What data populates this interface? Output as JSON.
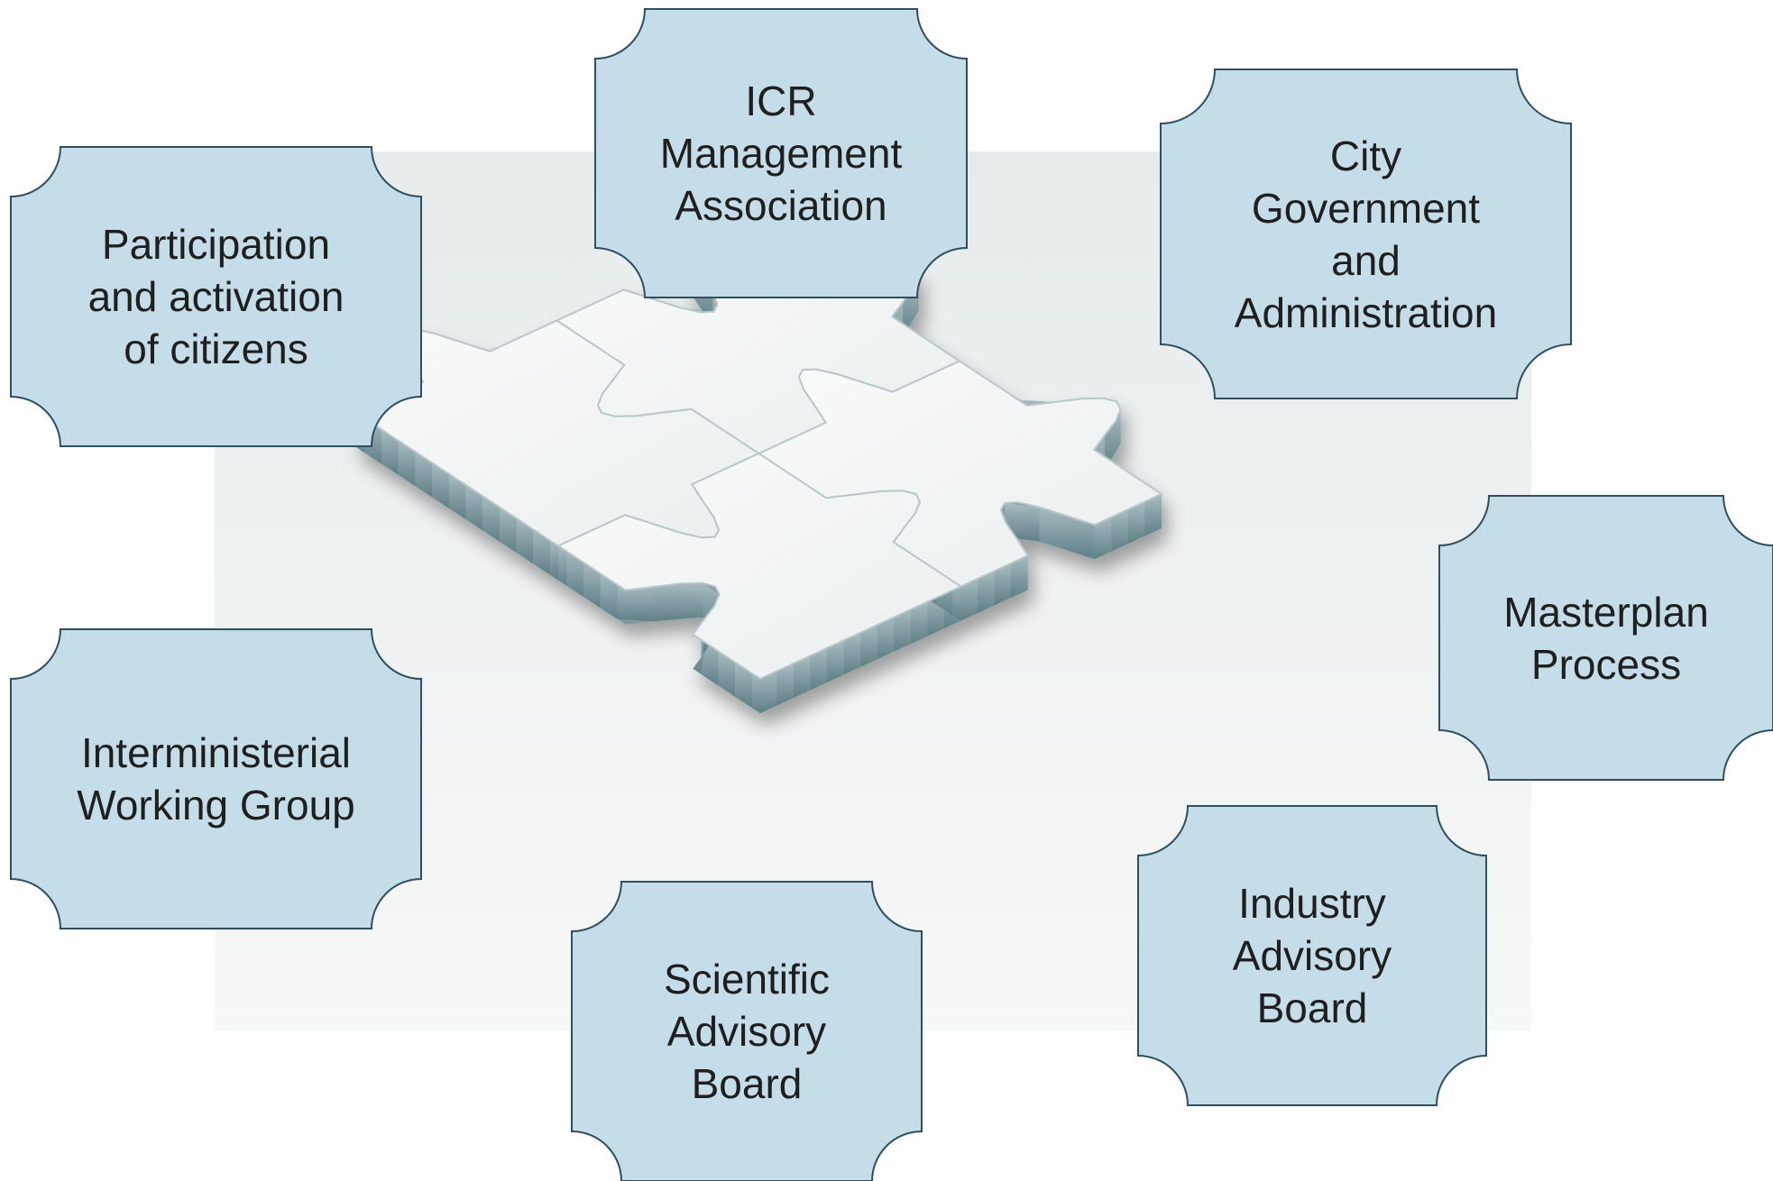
{
  "colors": {
    "box_fill": "#c5dde8",
    "box_stroke": "#2f4f5f",
    "backdrop": "#eef1f1",
    "puzzle_face": "#f3f5f5",
    "puzzle_side": "#7d9aa0"
  },
  "boxes": {
    "participation": {
      "text": "Participation\nand activation\nof citizens"
    },
    "icr_management": {
      "text": "ICR\nManagement\nAssociation"
    },
    "city_government": {
      "text": "City\nGovernment\nand\nAdministration"
    },
    "masterplan": {
      "text": "Masterplan\nProcess"
    },
    "interministerial": {
      "text": "Interministerial\nWorking Group"
    },
    "scientific_board": {
      "text": "Scientific\nAdvisory\nBoard"
    },
    "industry_board": {
      "text": "Industry\nAdvisory\nBoard"
    }
  },
  "center_image": {
    "icon": "puzzle-pieces-icon"
  }
}
